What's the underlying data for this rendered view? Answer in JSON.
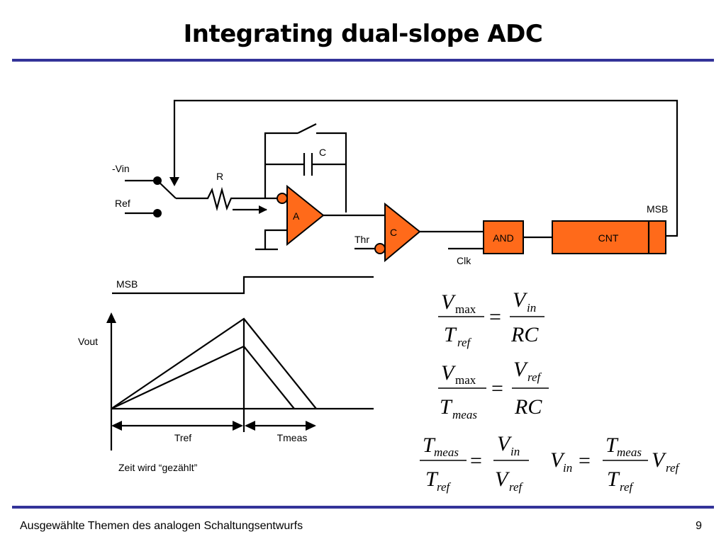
{
  "title": "Integrating dual-slope ADC",
  "footer": {
    "text": "Ausgewählte Themen des analogen Schaltungsentwurfs",
    "page": "9"
  },
  "colors": {
    "accent_rule": "#333399",
    "block_fill": "#ff6a1a",
    "block_stroke": "#000000"
  },
  "circuit": {
    "input_vin": "-Vin",
    "input_ref": "Ref",
    "resistor": "R",
    "capacitor": "C",
    "integrator": "A",
    "comparator": "C",
    "threshold": "Thr",
    "and_gate": "AND",
    "counter": "CNT",
    "msb": "MSB",
    "clock": "Clk"
  },
  "timing": {
    "msb_label": "MSB",
    "vout_label": "Vout",
    "tref_label": "Tref",
    "tmeas_label": "Tmeas",
    "caption": "Zeit wird “gezählt”"
  },
  "formulas": {
    "f1": {
      "num_l": "V",
      "num_l_sub": "max",
      "den_l": "T",
      "den_l_sub": "ref",
      "eq": "=",
      "num_r": "V",
      "num_r_sub": "in",
      "den_r": "RC"
    },
    "f2": {
      "num_l": "V",
      "num_l_sub": "max",
      "den_l": "T",
      "den_l_sub": "meas",
      "eq": "=",
      "num_r": "V",
      "num_r_sub": "ref",
      "den_r": "RC"
    },
    "f3": {
      "num_l": "T",
      "num_l_sub": "meas",
      "den_l": "T",
      "den_l_sub": "ref",
      "eq": "=",
      "num_r": "V",
      "num_r_sub": "in",
      "den_r": "V",
      "den_r_sub": "ref"
    },
    "f4": {
      "lhs": "V",
      "lhs_sub": "in",
      "eq": "=",
      "num": "T",
      "num_sub": "meas",
      "den": "T",
      "den_sub": "ref",
      "tail": "V",
      "tail_sub": "ref"
    }
  }
}
